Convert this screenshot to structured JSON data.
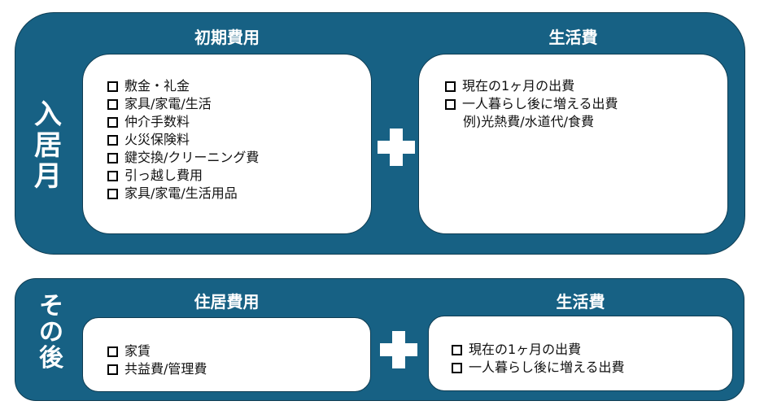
{
  "move_in_month": {
    "side_label": [
      "入",
      "居",
      "月"
    ],
    "initial_costs": {
      "title": "初期費用",
      "items": [
        "敷金・礼金",
        "家具/家電/生活",
        "仲介手数料",
        "火災保険料",
        "鍵交換/クリーニング費",
        "引っ越し費用",
        "家具/家電/生活用品"
      ]
    },
    "operator": "plus-icon",
    "living_costs": {
      "title": "生活費",
      "items": [
        "現在の1ヶ月の出費",
        "一人暮らし後に増える出費"
      ],
      "note": "例)光熱費/水道代/食費"
    }
  },
  "after": {
    "side_label": [
      "そ",
      "の",
      "後"
    ],
    "housing_costs": {
      "title": "住居費用",
      "items": [
        "家賃",
        "共益費/管理費"
      ]
    },
    "operator": "plus-icon",
    "living_costs": {
      "title": "生活費",
      "items": [
        "現在の1ヶ月の出費",
        "一人暮らし後に増える出費"
      ]
    }
  },
  "colors": {
    "panel": "#176184",
    "box": "#ffffff",
    "text": "#111111"
  }
}
